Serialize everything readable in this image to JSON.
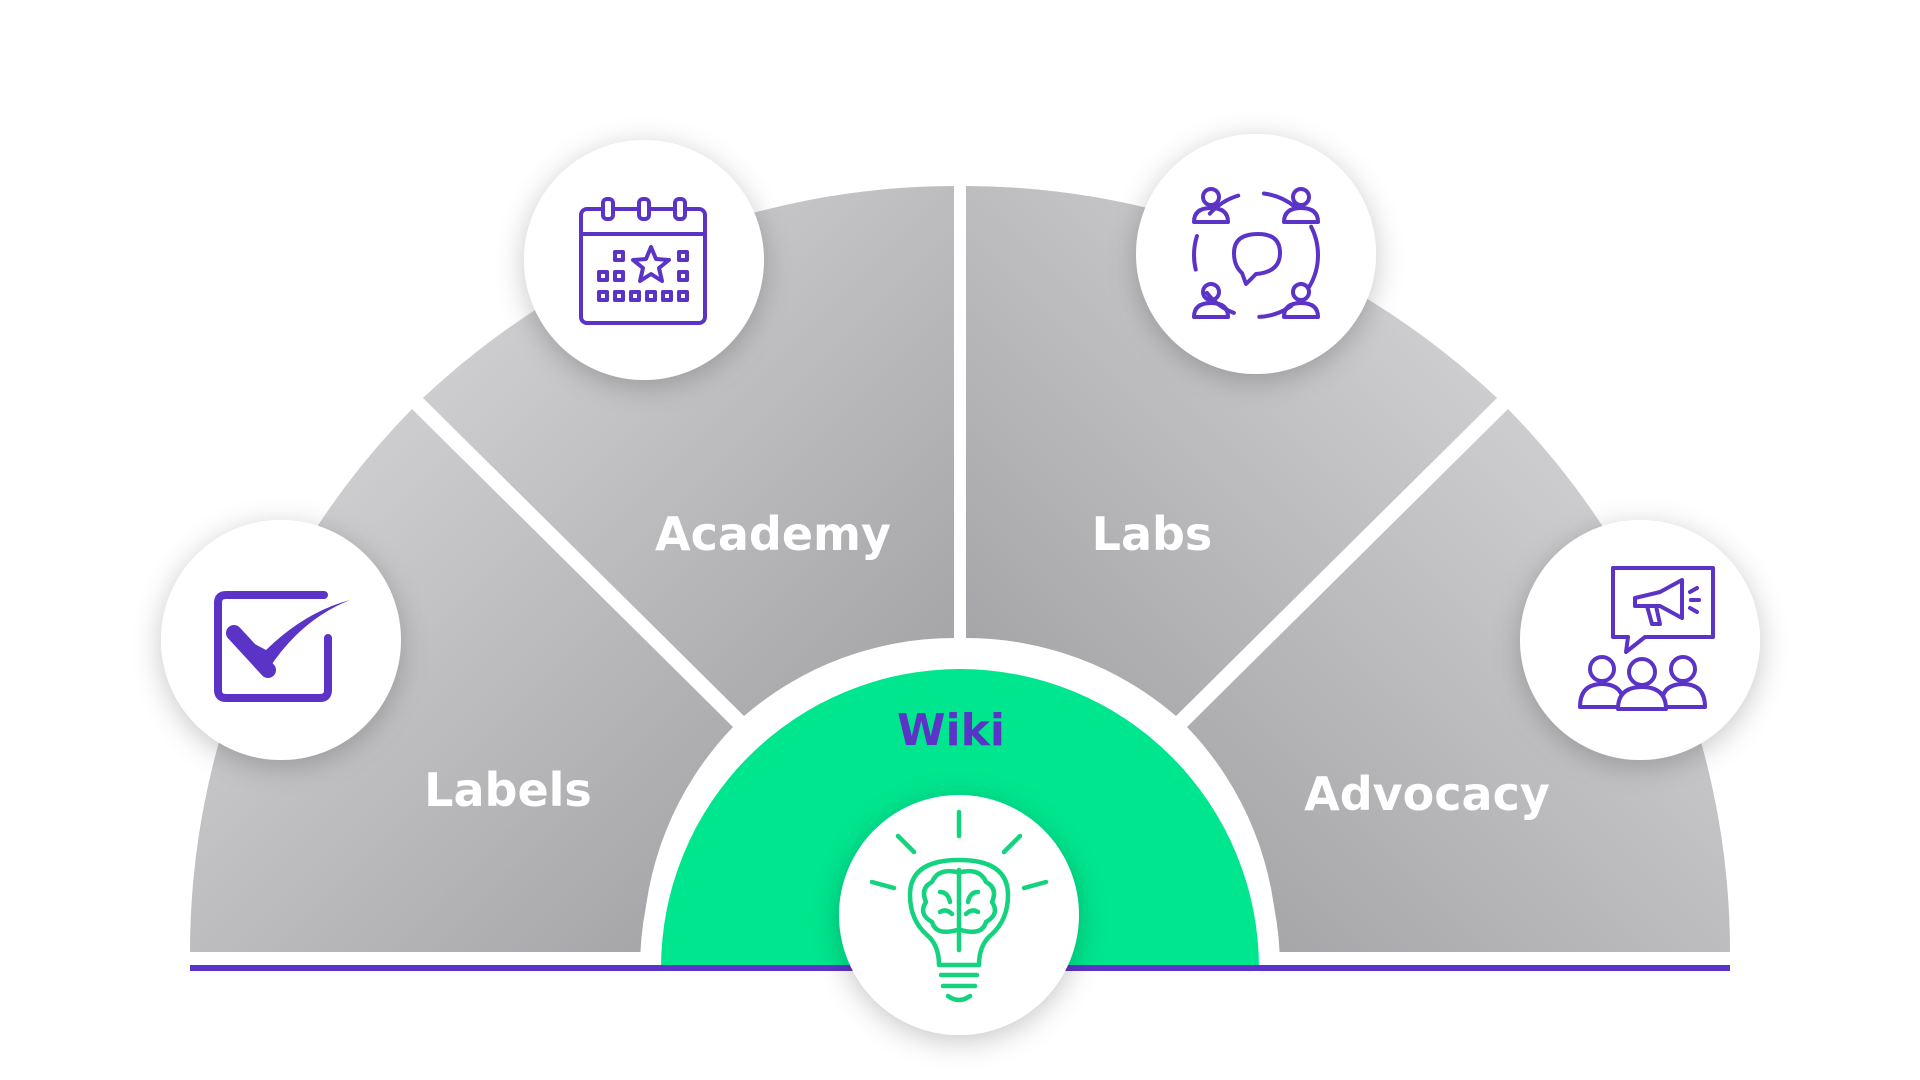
{
  "colors": {
    "accent_purple": "#5b34c7",
    "hub_green": "#00e68e",
    "segment_gray": "#b0b0b3",
    "icon_green": "#13d37f",
    "label_white": "#ffffff"
  },
  "segments": [
    {
      "id": "labels",
      "label": "Labels",
      "icon": "checkbox-check-icon"
    },
    {
      "id": "academy",
      "label": "Academy",
      "icon": "calendar-star-icon"
    },
    {
      "id": "labs",
      "label": "Labs",
      "icon": "community-chat-icon"
    },
    {
      "id": "advocacy",
      "label": "Advocacy",
      "icon": "megaphone-audience-icon"
    }
  ],
  "hub": {
    "label": "Wiki",
    "icon": "lightbulb-brain-icon"
  }
}
